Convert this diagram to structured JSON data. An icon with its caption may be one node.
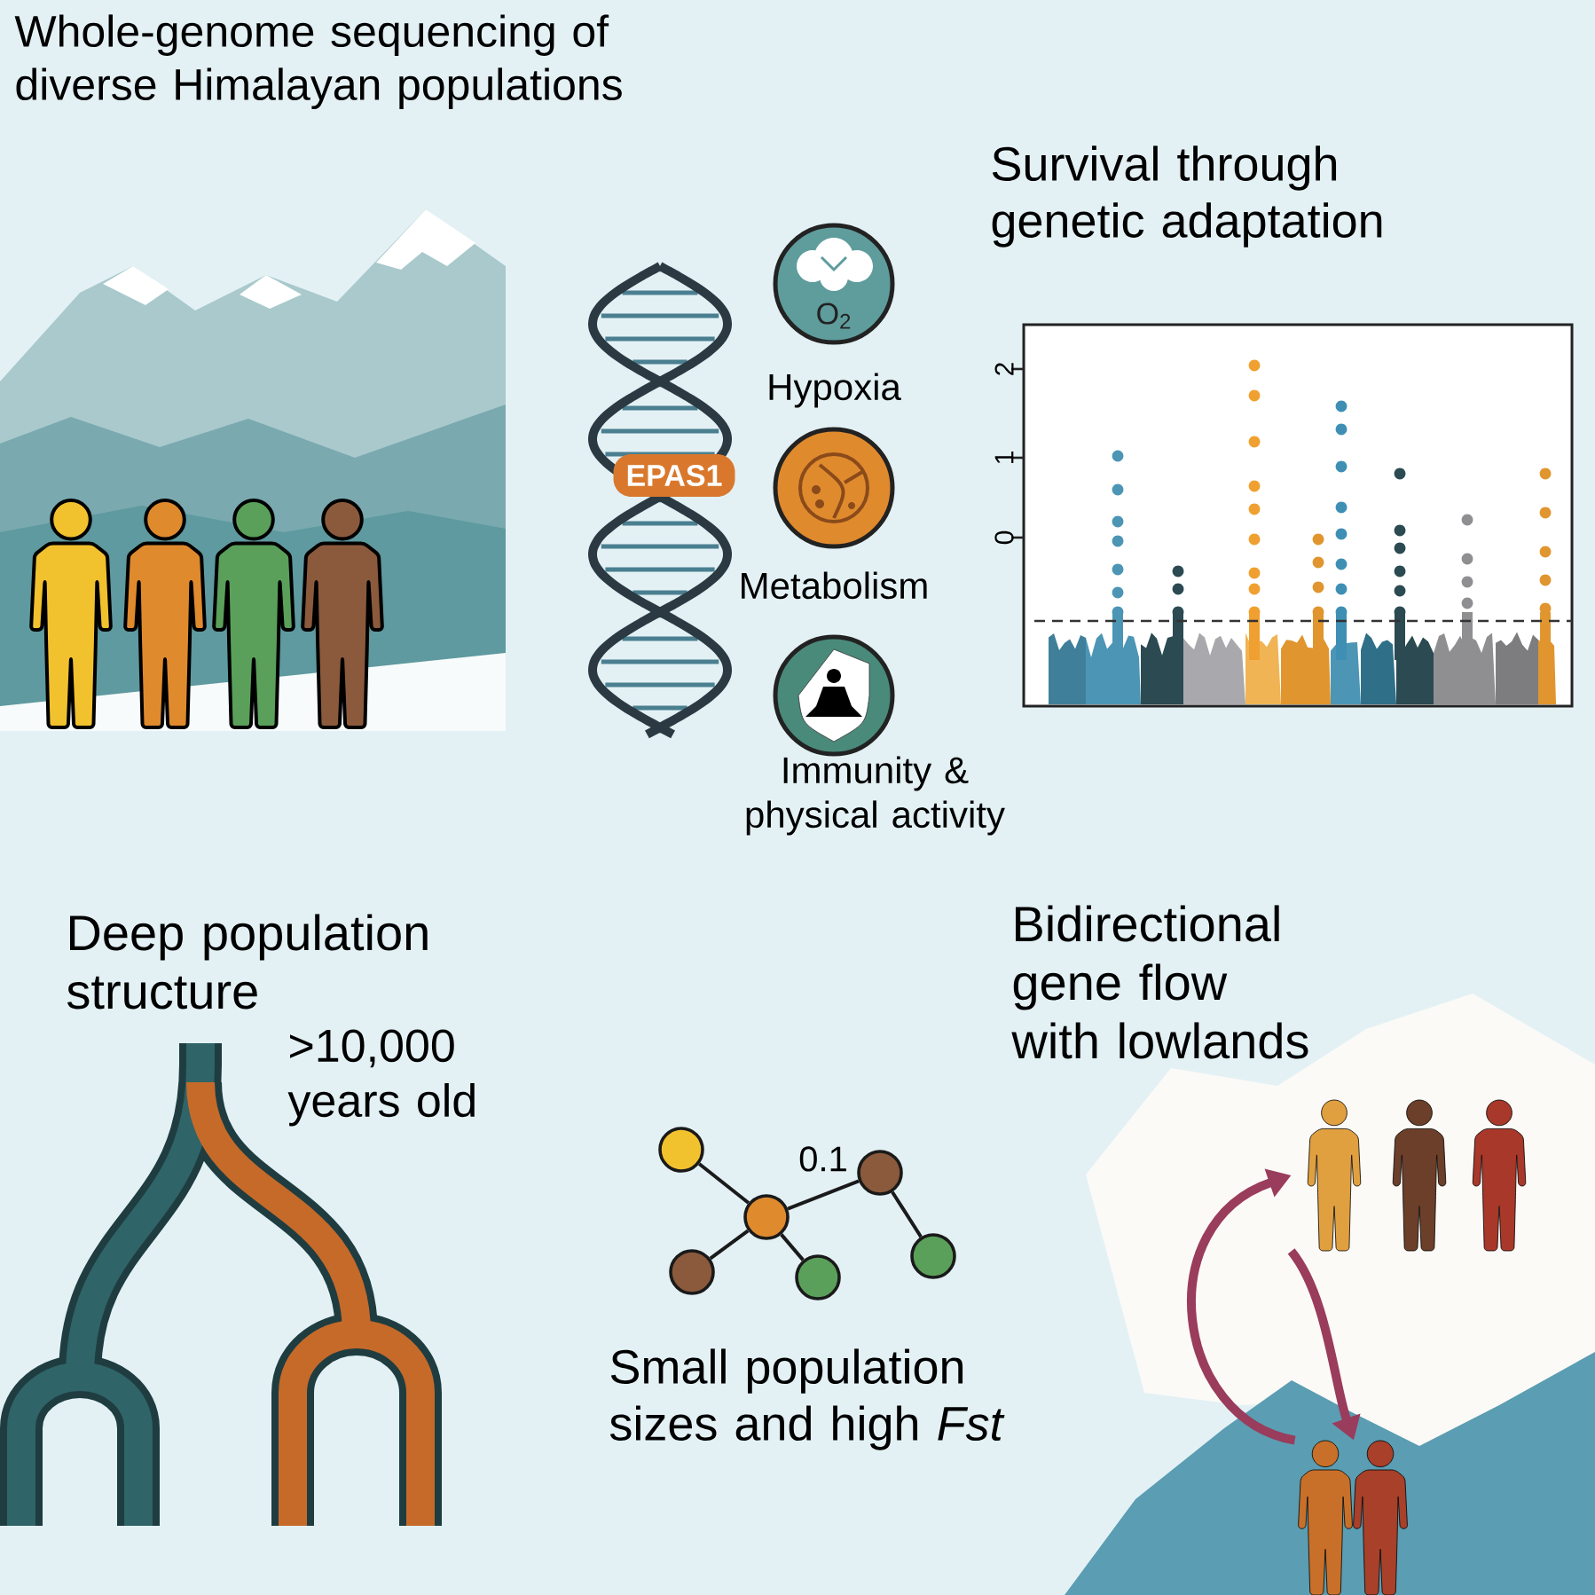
{
  "diagram": {
    "nodes": [
      {
        "text": [
          "EPAS1"
        ]
      },
      {
        "text": [
          "O$_{2}$",
          "Hypoxia"
        ]
      },
      {
        "text": [
          "Metabolism"
        ]
      },
      {
        "text": [
          "Immunity & physical activity"
        ]
      },
      {
        "text": [],
        "shape": "circle"
      },
      {
        "text": [],
        "shape": "circle"
      },
      {
        "text": [],
        "shape": "circle"
      },
      {
        "text": [],
        "shape": "circle"
      },
      {
        "text": [],
        "shape": "circle"
      },
      {
        "text": [],
        "shape": "circle"
      },
      {
        "text": [],
        "shape": "person"
      },
      {
        "text": [],
        "shape": "person"
      }
    ],
    "edges": [
      {
        "from": 4,
        "to": 5,
        "arrow": "none"
      },
      {
        "from": 5,
        "to": 6,
        "arrow": "none",
        "label": "0.1"
      },
      {
        "from": 5,
        "to": 7,
        "arrow": "none"
      },
      {
        "from": 5,
        "to": 8,
        "arrow": "none"
      },
      {
        "from": 6,
        "to": 9,
        "arrow": "none"
      },
      {
        "from": 11,
        "to": 10,
        "arrow": "to",
        "style": "thick",
        "color": "#9a3c5c"
      },
      {
        "from": 10,
        "to": 11,
        "arrow": "to",
        "style": "thick",
        "color": "#9a3c5c"
      }
    ],
    "labels": [
      "Whole-genome sequencing of diverse Himalayan populations",
      "Survival through genetic adaptation",
      "2",
      "1",
      "0",
      "Deep population structure",
      ">10,000 years old",
      "Small population sizes and high *Fst*",
      "Bidirectional gene flow with lowlands"
    ]
  }
}
